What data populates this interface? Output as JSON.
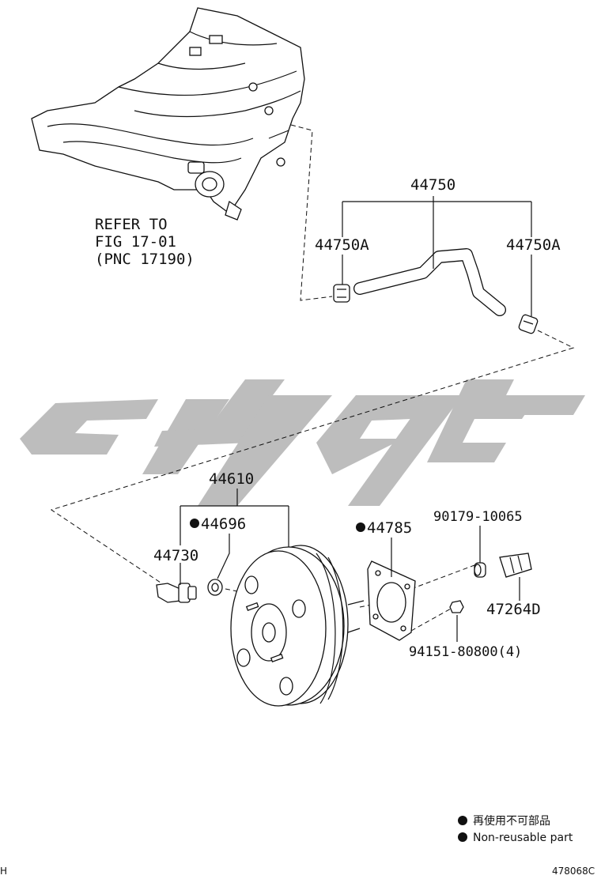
{
  "labels": {
    "refer_line1": "REFER TO",
    "refer_line2": "FIG 17-01",
    "refer_line3": "(PNC 17190)",
    "hose_assy": "44750",
    "clip_left": "44750A",
    "clip_right": "44750A",
    "booster_assy": "44610",
    "gasket_small": "44696",
    "check_valve": "44730",
    "gasket_booster": "44785",
    "bushing": "90179-10065",
    "bracket": "47264D",
    "nut": "94151-80800(4)"
  },
  "legend": {
    "non_reusable_jp": "再使用不可部品",
    "non_reusable_en": "Non-reusable part"
  },
  "footer": {
    "left_mark": "H",
    "figure_code": "478068C"
  },
  "colors": {
    "line": "#111111",
    "watermark": "#bdbdbd"
  }
}
